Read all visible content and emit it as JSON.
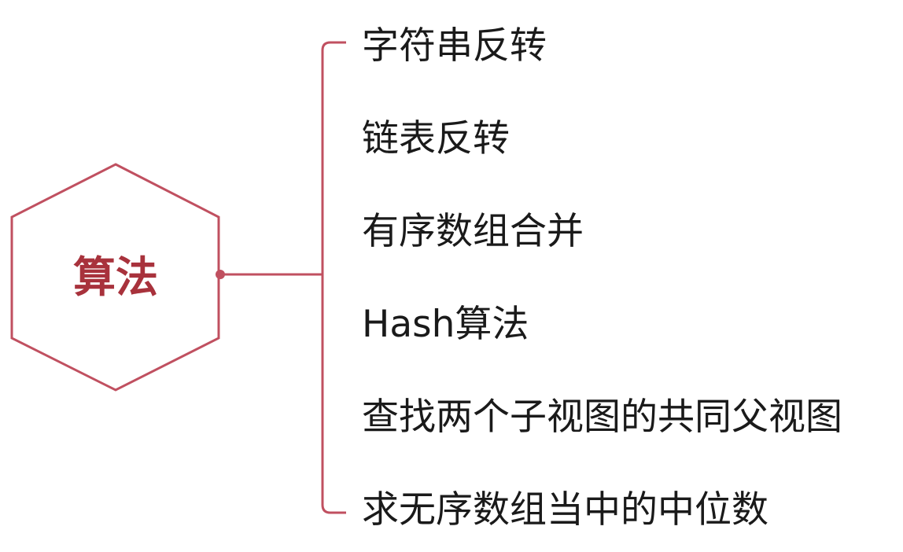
{
  "diagram": {
    "center": {
      "label": "算法"
    },
    "branches": [
      {
        "label": "字符串反转"
      },
      {
        "label": "链表反转"
      },
      {
        "label": "有序数组合并"
      },
      {
        "label": "Hash算法"
      },
      {
        "label": "查找两个子视图的共同父视图"
      },
      {
        "label": "求无序数组当中的中位数"
      }
    ]
  },
  "colors": {
    "accent": "#c05060",
    "center_text": "#a8323c",
    "branch_text": "#1a1a1a",
    "background": "#ffffff"
  }
}
